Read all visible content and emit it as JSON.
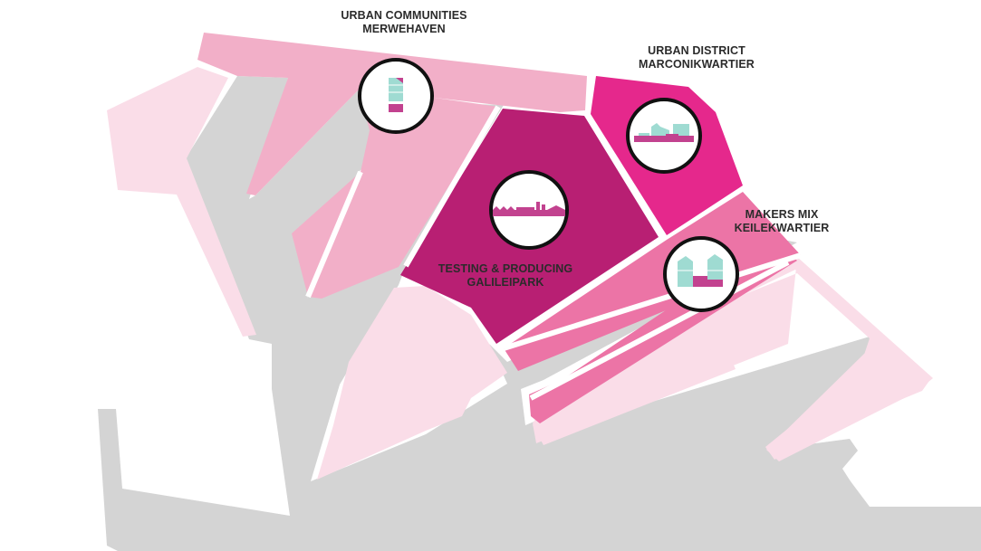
{
  "districts": [
    {
      "id": "merwehaven",
      "line1": "URBAN COMMUNITIES",
      "line2": "MERWEHAVEN",
      "icon": "tall-building-icon",
      "color": "#f2afc8"
    },
    {
      "id": "marconikwartier",
      "line1": "URBAN DISTRICT",
      "line2": "MARCONIKWARTIER",
      "icon": "urban-skyline-icon",
      "color": "#e5288c"
    },
    {
      "id": "keilekwartier",
      "line1": "MAKERS MIX",
      "line2": "KEILEKWARTIER",
      "icon": "mixed-buildings-icon",
      "color": "#ec74a6"
    },
    {
      "id": "galileipark",
      "line1": "TESTING & PRODUCING",
      "line2": "GALILEIPARK",
      "icon": "factory-icon",
      "color": "#b81f73"
    }
  ],
  "colors": {
    "land": "#d4d4d4",
    "light_pink": "#fadde8",
    "icon_teal": "#9fdbd2",
    "icon_magenta": "#c2428f"
  }
}
